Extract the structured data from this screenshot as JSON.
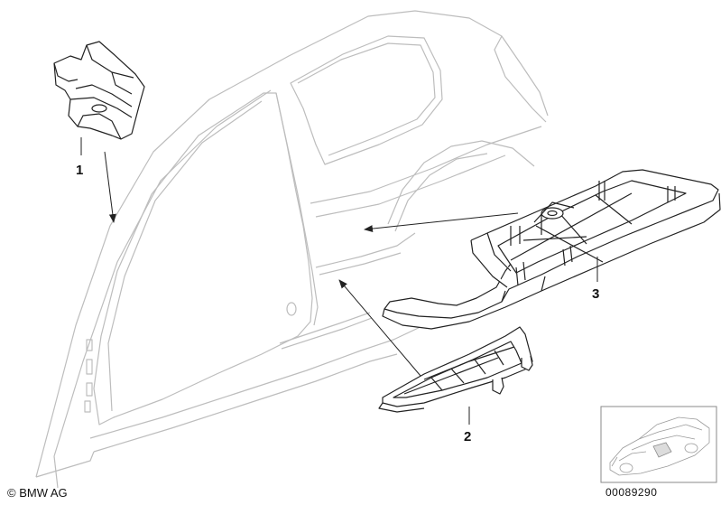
{
  "callouts": [
    {
      "number": "1"
    },
    {
      "number": "2"
    },
    {
      "number": "3"
    }
  ],
  "footer": {
    "copyright": "© BMW AG",
    "document_number": "00089290"
  },
  "icons": [
    "copyright-icon"
  ],
  "colors": {
    "body_outline": "#bdbdbd",
    "part_outline": "#222222",
    "arrow": "#222222",
    "part_fill": "#ffffff"
  }
}
